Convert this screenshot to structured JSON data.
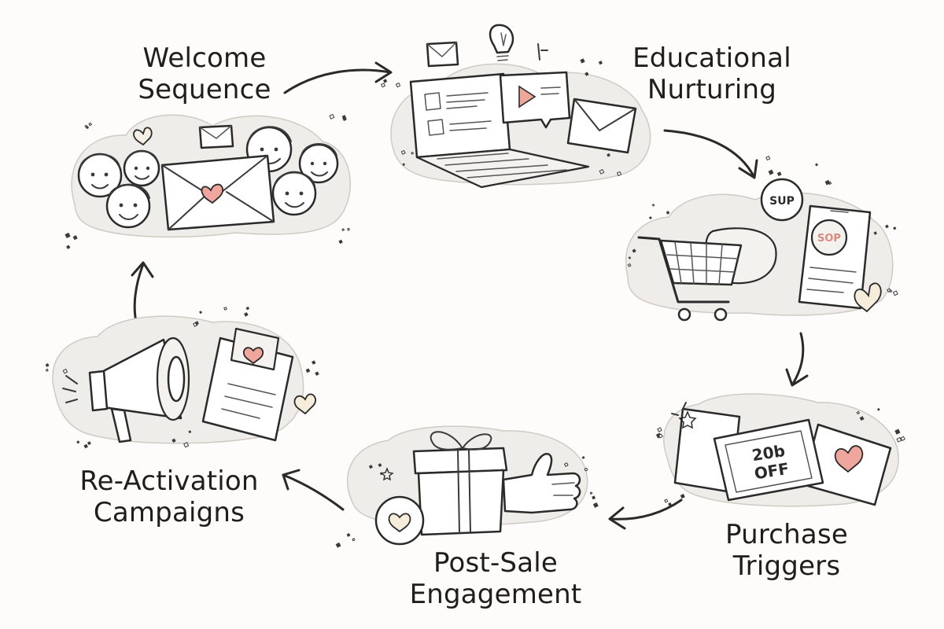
{
  "stages": [
    {
      "id": "welcome",
      "lines": [
        "Welcome",
        "Sequence"
      ]
    },
    {
      "id": "educational",
      "lines": [
        "Educational",
        "Nurturing"
      ]
    },
    {
      "id": "purchase",
      "lines": [
        "Purchase",
        "Triggers"
      ]
    },
    {
      "id": "post_sale",
      "lines": [
        "Post-Sale",
        "Engagement"
      ]
    },
    {
      "id": "reactivation",
      "lines": [
        "Re-Activation",
        "Campaigns"
      ]
    }
  ],
  "illustration_text": {
    "coin_top": "SUP",
    "coin_phone": "SOP",
    "coupon": [
      "20b",
      "OFF"
    ]
  },
  "colors": {
    "ink": "#2a2a2a",
    "heart": "#eea69d",
    "cloud": "#efedea",
    "background": "#fdfcfa"
  },
  "flow_direction": "clockwise"
}
